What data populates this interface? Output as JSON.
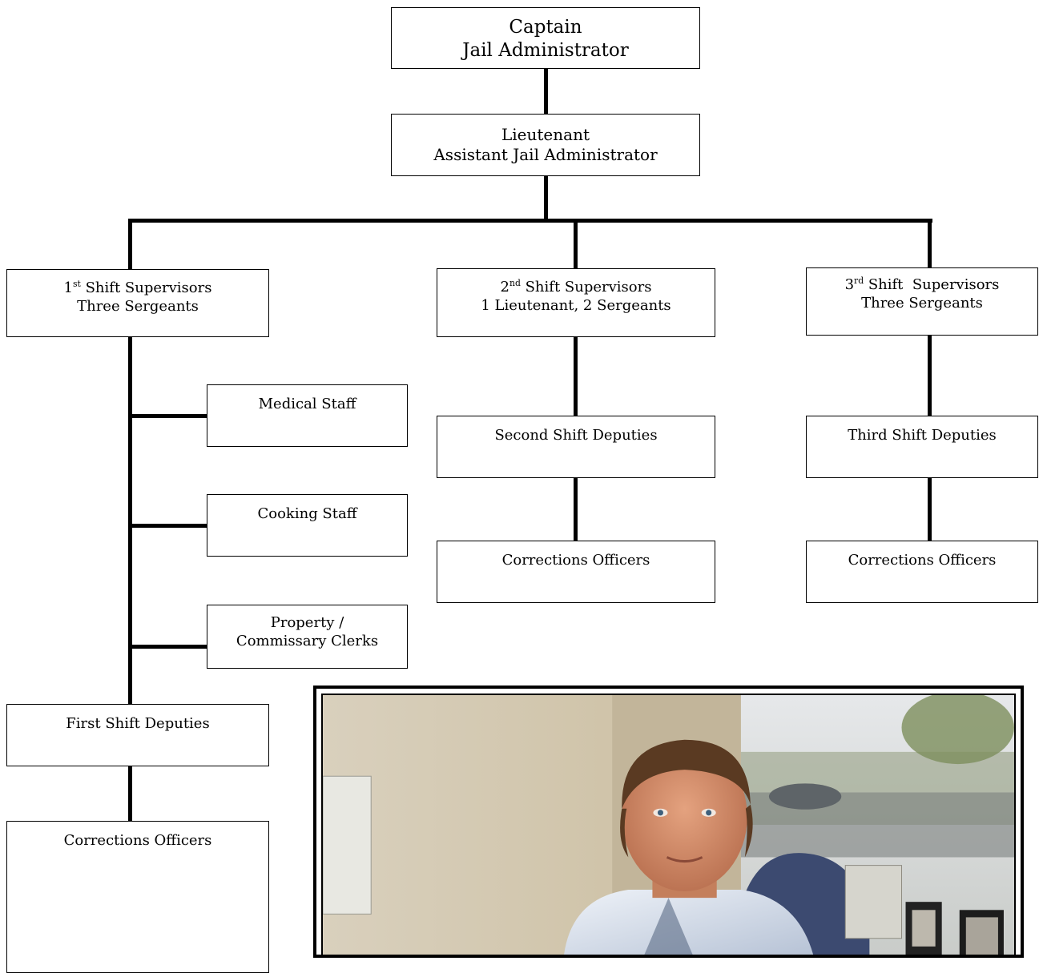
{
  "nodes": {
    "captain": {
      "line1": "Captain",
      "line2": "Jail Administrator"
    },
    "lieutenant": {
      "line1": "Lieutenant",
      "line2": "Assistant Jail Administrator"
    },
    "shift1": {
      "ord_num": "1",
      "ord_sup": "st",
      "line1_rest": " Shift Supervisors",
      "line2": "Three Sergeants"
    },
    "shift2": {
      "ord_num": "2",
      "ord_sup": "nd",
      "line1_rest": " Shift Supervisors",
      "line2": "1 Lieutenant, 2 Sergeants"
    },
    "shift3": {
      "ord_num": "3",
      "ord_sup": "rd",
      "line1_rest": " Shift  Supervisors",
      "line2": "Three Sergeants"
    },
    "medical": {
      "label": "Medical Staff"
    },
    "cooking": {
      "label": "Cooking Staff"
    },
    "property": {
      "line1": "Property /",
      "line2": "Commissary Clerks"
    },
    "first_deputies": {
      "label": "First Shift Deputies"
    },
    "second_deputies": {
      "label": "Second Shift Deputies"
    },
    "third_deputies": {
      "label": "Third Shift Deputies"
    },
    "co1": {
      "label": "Corrections Officers"
    },
    "co2": {
      "label": "Corrections Officers"
    },
    "co3": {
      "label": "Corrections Officers"
    }
  },
  "photo": {
    "description": "photo-of-jail-administrator-at-desk"
  }
}
